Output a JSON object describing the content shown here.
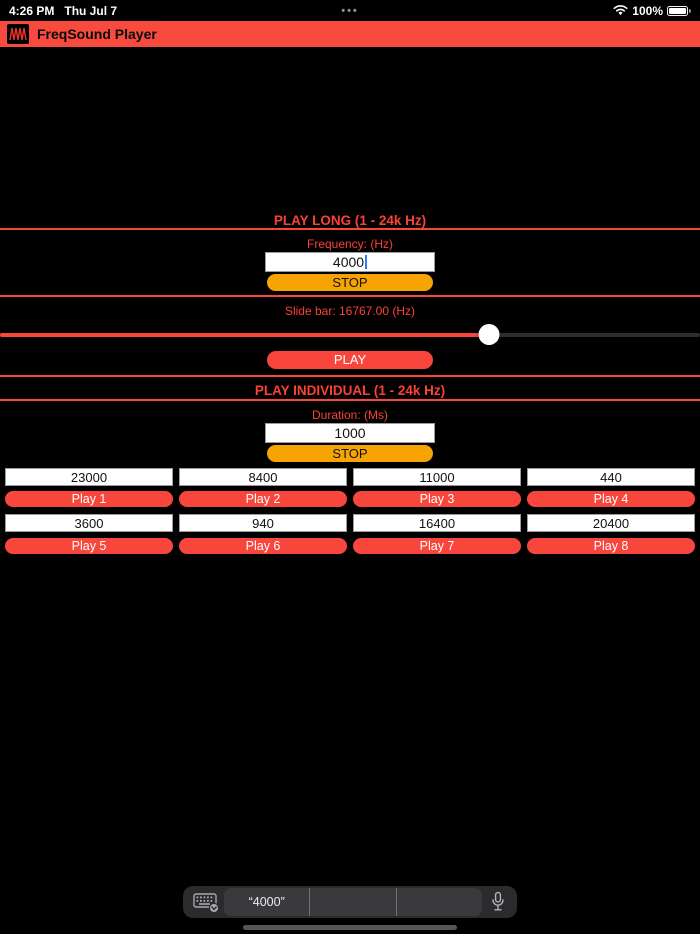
{
  "status_bar": {
    "time": "4:26 PM",
    "date": "Thu Jul 7",
    "center_dots": "•••",
    "battery_percent": "100%"
  },
  "header": {
    "title": "FreqSound Player"
  },
  "play_long": {
    "title": "PLAY LONG (1 - 24k Hz)",
    "frequency_label": "Frequency: (Hz)",
    "frequency_value": "4000",
    "stop_label": "STOP",
    "slider_label": "Slide bar: 16767.00 (Hz)",
    "slider_value": 16767,
    "slider_max": 24000,
    "play_label": "PLAY"
  },
  "play_individual": {
    "title": "PLAY INDIVIDUAL (1 - 24k Hz)",
    "duration_label": "Duration: (Ms)",
    "duration_value": "1000",
    "stop_label": "STOP",
    "slots": [
      {
        "frequency": "23000",
        "button": "Play 1"
      },
      {
        "frequency": "8400",
        "button": "Play 2"
      },
      {
        "frequency": "11000",
        "button": "Play 3"
      },
      {
        "frequency": "440",
        "button": "Play 4"
      },
      {
        "frequency": "3600",
        "button": "Play 5"
      },
      {
        "frequency": "940",
        "button": "Play 6"
      },
      {
        "frequency": "16400",
        "button": "Play 7"
      },
      {
        "frequency": "20400",
        "button": "Play 8"
      }
    ]
  },
  "keyboard_bar": {
    "suggestion": "“4000”"
  },
  "colors": {
    "accent_red": "#F8463C",
    "accent_orange": "#F7A303",
    "background": "#000000",
    "bar_gray": "#2B2B2D",
    "field_gray": "#3A3A3C",
    "cursor_blue": "#3478F6"
  }
}
